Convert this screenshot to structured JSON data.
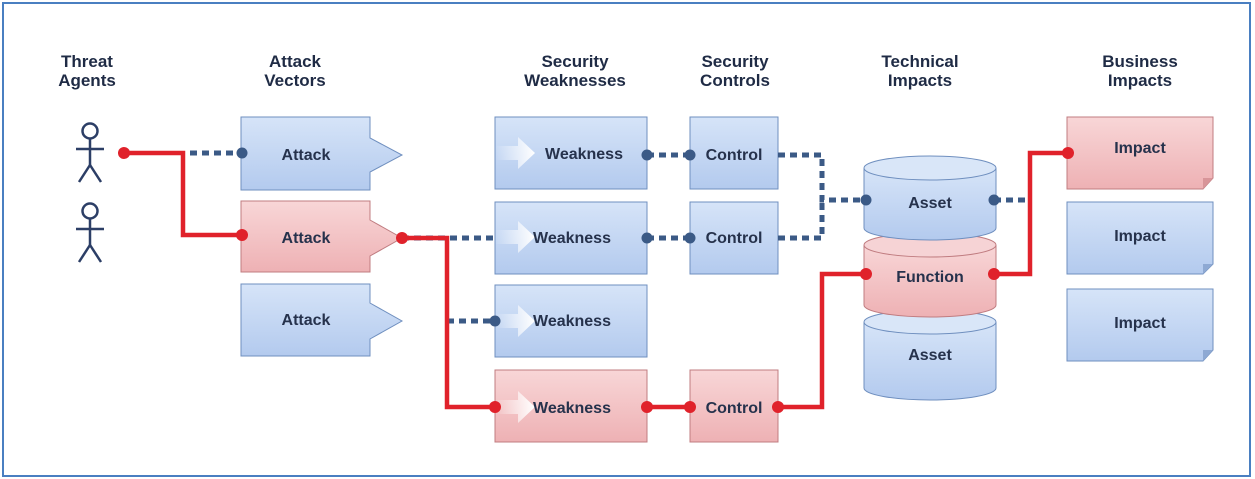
{
  "headers": {
    "threat_agents": [
      "Threat",
      "Agents"
    ],
    "attack_vectors": [
      "Attack",
      "Vectors"
    ],
    "security_weaknesses": [
      "Security",
      "Weaknesses"
    ],
    "security_controls": [
      "Security",
      "Controls"
    ],
    "technical_impacts": [
      "Technical",
      "Impacts"
    ],
    "business_impacts": [
      "Business",
      "Impacts"
    ]
  },
  "attacks": [
    "Attack",
    "Attack",
    "Attack"
  ],
  "weaknesses": [
    "Weakness",
    "Weakness",
    "Weakness",
    "Weakness"
  ],
  "controls": [
    "Control",
    "Control",
    "Control"
  ],
  "technical": [
    "Asset",
    "Function",
    "Asset"
  ],
  "business": [
    "Impact",
    "Impact",
    "Impact"
  ],
  "colors": {
    "blue_fill": "#c3d6f2",
    "red_fill": "#f2c2c4",
    "path_red": "#e0222b",
    "dotted_blue": "#3b5a86",
    "frame": "#4a7fc1"
  }
}
